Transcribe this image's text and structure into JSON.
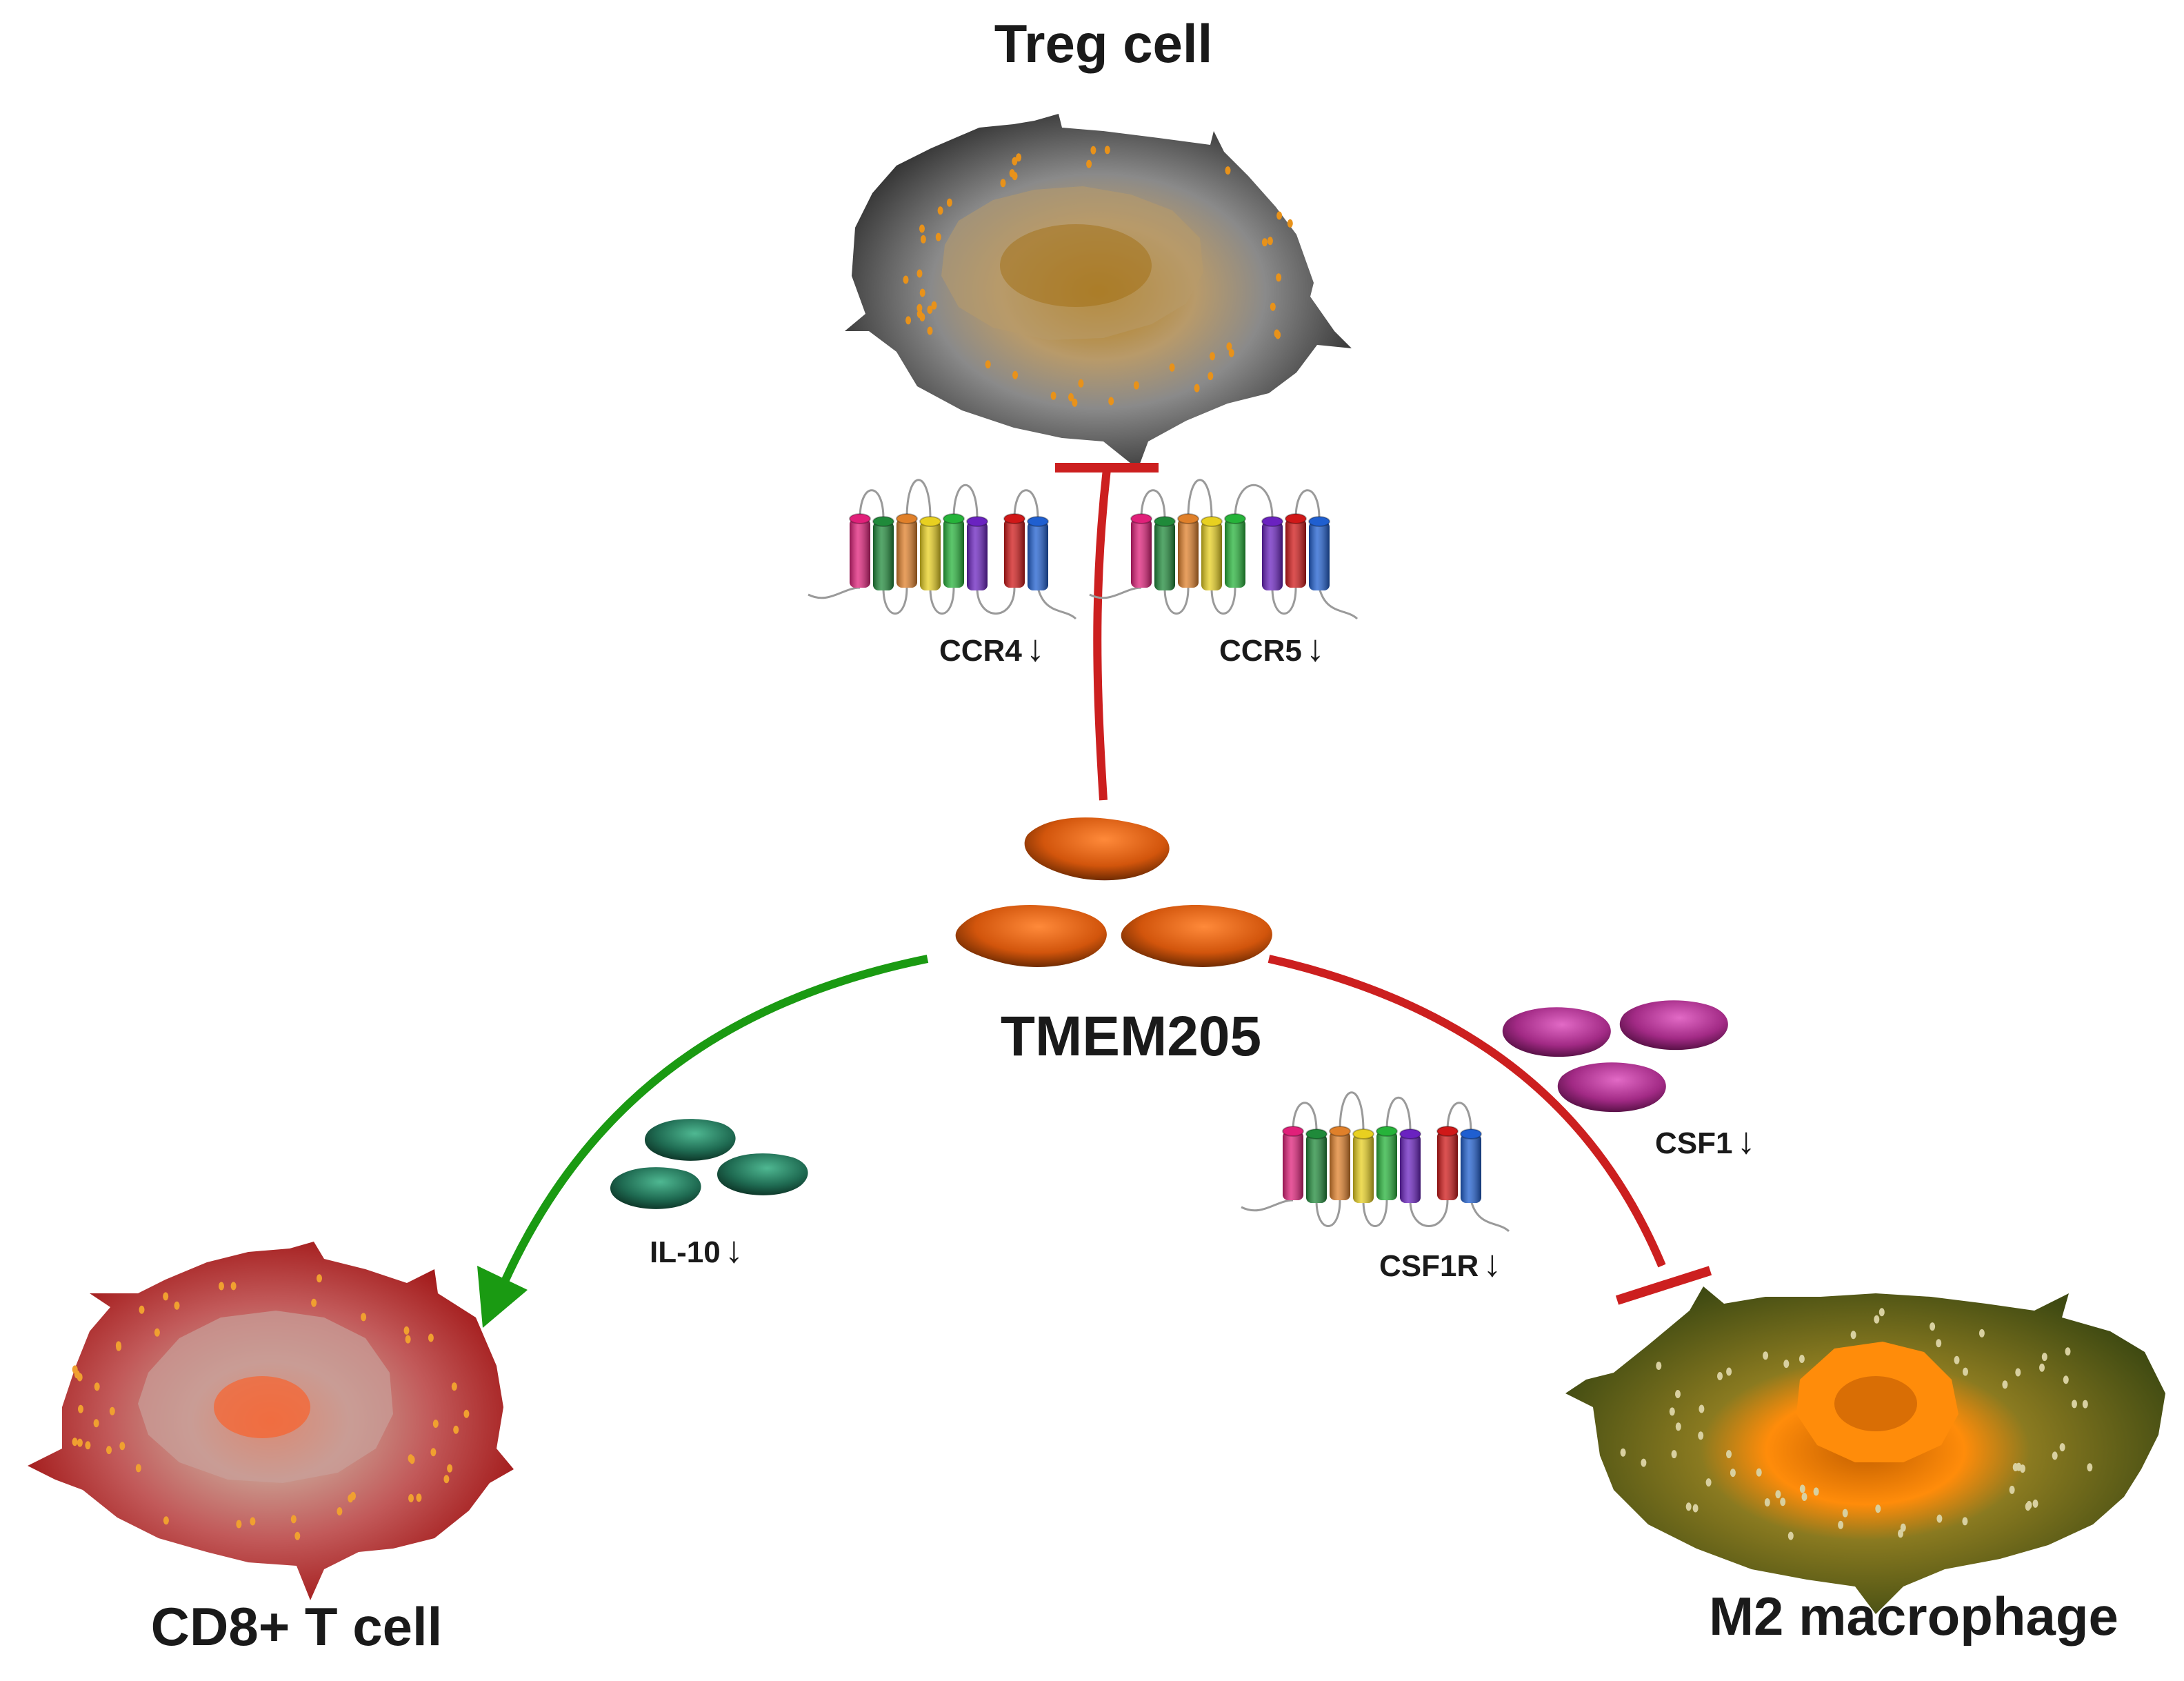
{
  "cells": {
    "treg": {
      "label": "Treg cell"
    },
    "cd8": {
      "label": "CD8+ T cell"
    },
    "m2": {
      "label": "M2 macrophage"
    }
  },
  "center": {
    "label": "TMEM205"
  },
  "receptors": {
    "ccr4": {
      "label": "CCR4",
      "arrow": "↓"
    },
    "ccr5": {
      "label": "CCR5",
      "arrow": "↓"
    },
    "csf1r": {
      "label": "CSF1R",
      "arrow": "↓"
    }
  },
  "ligands": {
    "il10": {
      "label": "IL-10",
      "arrow": "↓"
    },
    "csf1": {
      "label": "CSF1",
      "arrow": "↓"
    }
  },
  "colors": {
    "inhibit": "#cc1f1f",
    "activate": "#1a9a12",
    "tmem205": "#d2550c",
    "il10": "#1f6b52",
    "csf1": "#a22a85"
  }
}
